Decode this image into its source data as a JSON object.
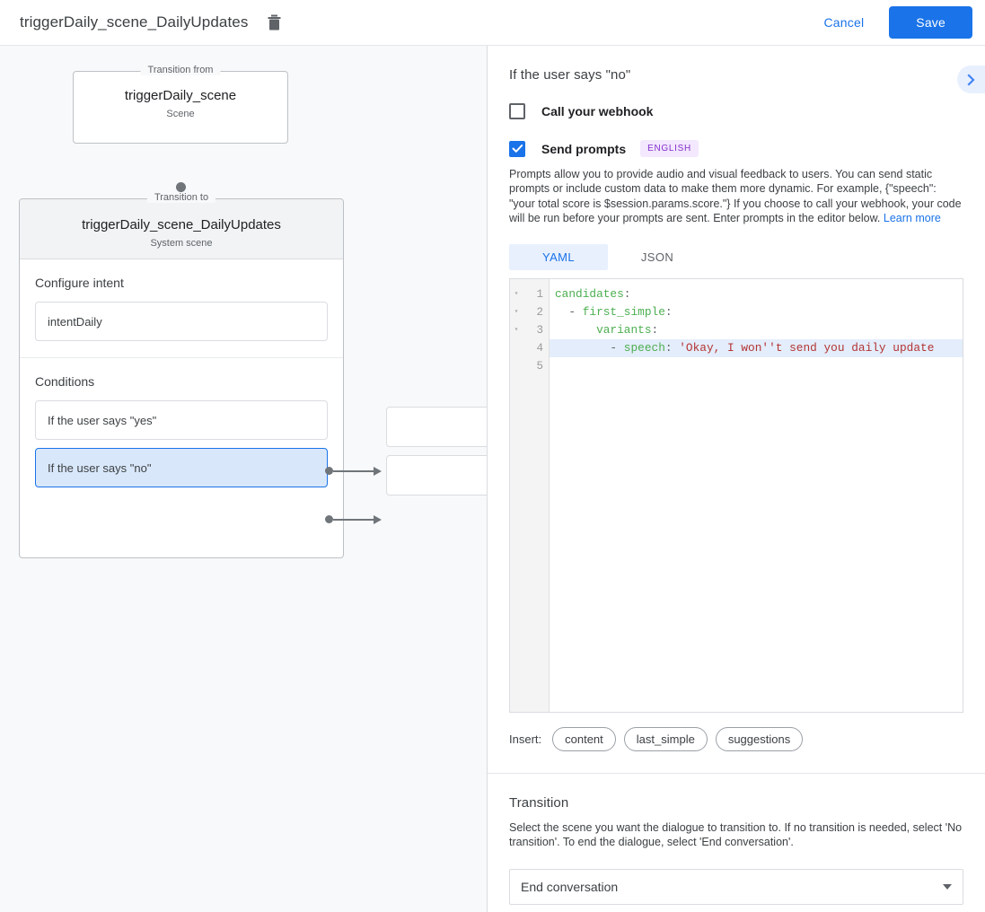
{
  "topbar": {
    "title": "triggerDaily_scene_DailyUpdates",
    "delete_icon": "trash-icon",
    "cancel_label": "Cancel",
    "save_label": "Save"
  },
  "canvas": {
    "from": {
      "legend": "Transition from",
      "title": "triggerDaily_scene",
      "subtitle": "Scene"
    },
    "to": {
      "legend": "Transition to",
      "title": "triggerDaily_scene_DailyUpdates",
      "subtitle": "System scene"
    },
    "intent": {
      "label": "Configure intent",
      "value": "intentDaily"
    },
    "conditions": {
      "label": "Conditions",
      "items": [
        {
          "label": "If the user says \"yes\"",
          "selected": false
        },
        {
          "label": "If the user says \"no\"",
          "selected": true
        }
      ]
    },
    "targets": [
      "",
      ""
    ]
  },
  "panel": {
    "title": "If the user says \"no\"",
    "collapse_icon": "chevron-right-icon",
    "webhook": {
      "label": "Call your webhook",
      "checked": false
    },
    "prompts": {
      "label": "Send prompts",
      "checked": true,
      "badge": "ENGLISH",
      "description": "Prompts allow you to provide audio and visual feedback to users. You can send static prompts or include custom data to make them more dynamic. For example, {\"speech\": \"your total score is $session.params.score.\"} If you choose to call your webhook, your code will be run before your prompts are sent. Enter prompts in the editor below. ",
      "learn_more": "Learn more"
    },
    "editor": {
      "tabs": [
        {
          "label": "YAML",
          "active": true
        },
        {
          "label": "JSON",
          "active": false
        }
      ],
      "lines": [
        {
          "num": "1",
          "fold": "▾",
          "highlight": false,
          "segments": [
            {
              "t": "candidates",
              "c": "k"
            },
            {
              "t": ":",
              "c": "p"
            }
          ]
        },
        {
          "num": "2",
          "fold": "▾",
          "highlight": false,
          "segments": [
            {
              "t": "  - ",
              "c": "p"
            },
            {
              "t": "first_simple",
              "c": "k"
            },
            {
              "t": ":",
              "c": "p"
            }
          ]
        },
        {
          "num": "3",
          "fold": "▾",
          "highlight": false,
          "segments": [
            {
              "t": "      ",
              "c": "p"
            },
            {
              "t": "variants",
              "c": "k"
            },
            {
              "t": ":",
              "c": "p"
            }
          ]
        },
        {
          "num": "4",
          "fold": "",
          "highlight": true,
          "segments": [
            {
              "t": "        - ",
              "c": "p"
            },
            {
              "t": "speech",
              "c": "k"
            },
            {
              "t": ": ",
              "c": "p"
            },
            {
              "t": "'Okay, I won''t send you daily update",
              "c": "s"
            }
          ]
        },
        {
          "num": "5",
          "fold": "",
          "highlight": false,
          "segments": []
        }
      ],
      "raw_text": "candidates:\n  - first_simple:\n      variants:\n        - speech: 'Okay, I won''t send you daily update"
    },
    "insert": {
      "label": "Insert:",
      "chips": [
        "content",
        "last_simple",
        "suggestions"
      ]
    },
    "transition": {
      "title": "Transition",
      "description": "Select the scene you want the dialogue to transition to. If no transition is needed, select 'No transition'. To end the dialogue, select 'End conversation'.",
      "selected": "End conversation",
      "caret_icon": "caret-down-icon"
    }
  },
  "colors": {
    "accent": "#1a73e8",
    "accent_light": "#e8f0fe",
    "canvas_bg": "#f8f9fa",
    "badge_bg": "#f3e8fd",
    "badge_fg": "#8430ce",
    "code_key": "#4caf50",
    "code_string": "#b33434",
    "selected_condition_bg": "#d9e7fb"
  }
}
